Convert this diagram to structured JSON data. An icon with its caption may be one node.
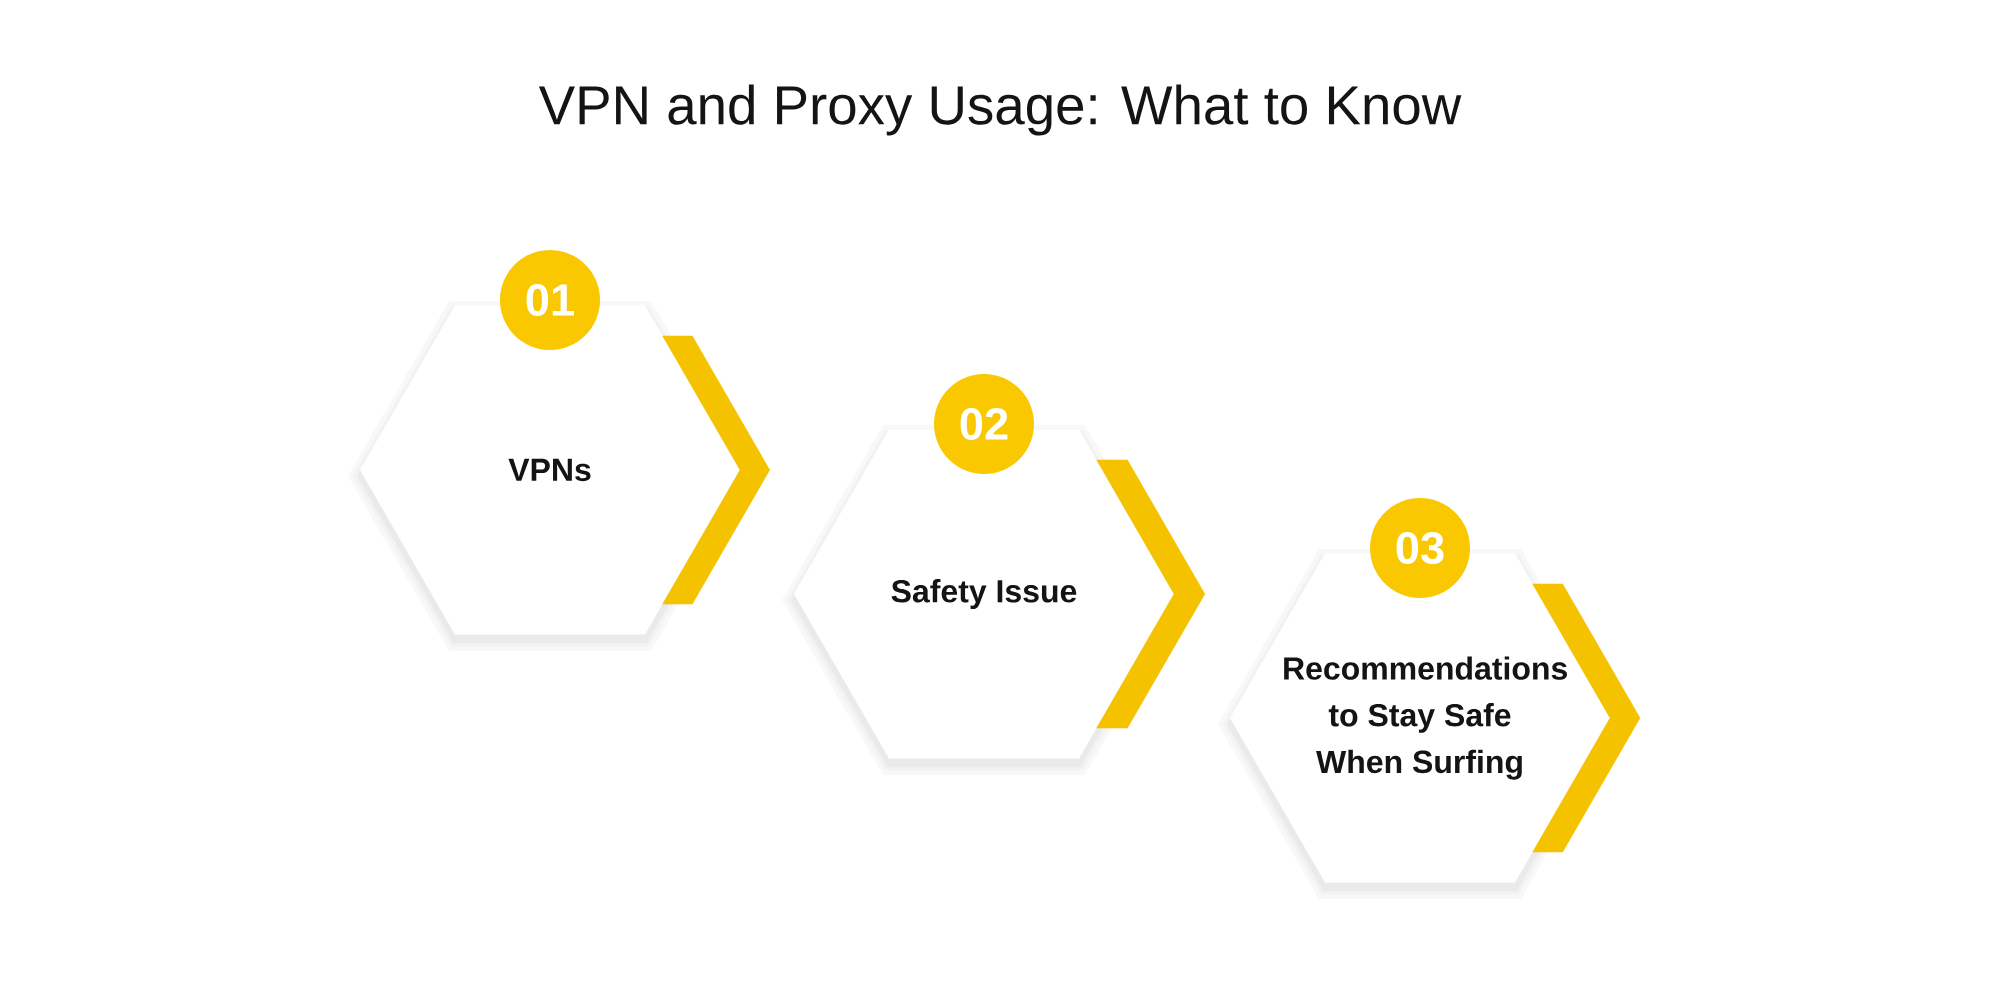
{
  "diagram": {
    "title": "VPN and Proxy Usage: What to Know",
    "nodes": [
      {
        "text": [
          "01"
        ]
      },
      {
        "text": [
          "VPNs"
        ]
      },
      {
        "text": [
          "02"
        ]
      },
      {
        "text": [
          "Safety Issue"
        ]
      },
      {
        "text": [
          "03"
        ]
      },
      {
        "text": [
          "Recommendations to Stay Safe When Surfing"
        ]
      }
    ],
    "edges": [
      {
        "from": 1,
        "to": 3,
        "arrow": "to"
      },
      {
        "from": 3,
        "to": 5,
        "arrow": "to"
      },
      {
        "from": 5,
        "to": null,
        "arrow": "to"
      }
    ]
  }
}
